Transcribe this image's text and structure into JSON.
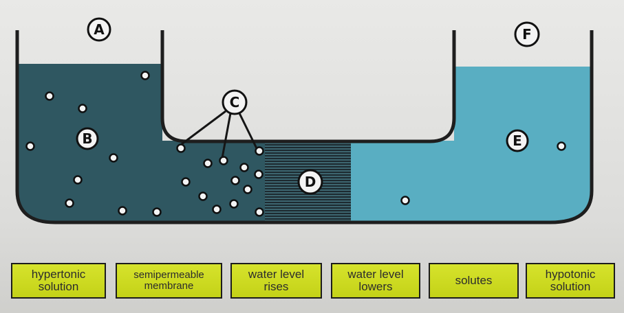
{
  "labels": {
    "A": "A",
    "B": "B",
    "C": "C",
    "D": "D",
    "E": "E",
    "F": "F"
  },
  "answer_chips": [
    {
      "text": "hypertonic\nsolution"
    },
    {
      "text": "semipermeable\nmembrane"
    },
    {
      "text": "water level\nrises"
    },
    {
      "text": "water level\nlowers"
    },
    {
      "text": "solutes"
    },
    {
      "text": "hypotonic\nsolution"
    }
  ],
  "colors": {
    "hypertonic_fill": "#2f5761",
    "hypotonic_fill": "#59aec2",
    "membrane_stripes": "#1d2a30",
    "outline": "#1e1e1e",
    "chip_fill": "#cddc1f"
  }
}
